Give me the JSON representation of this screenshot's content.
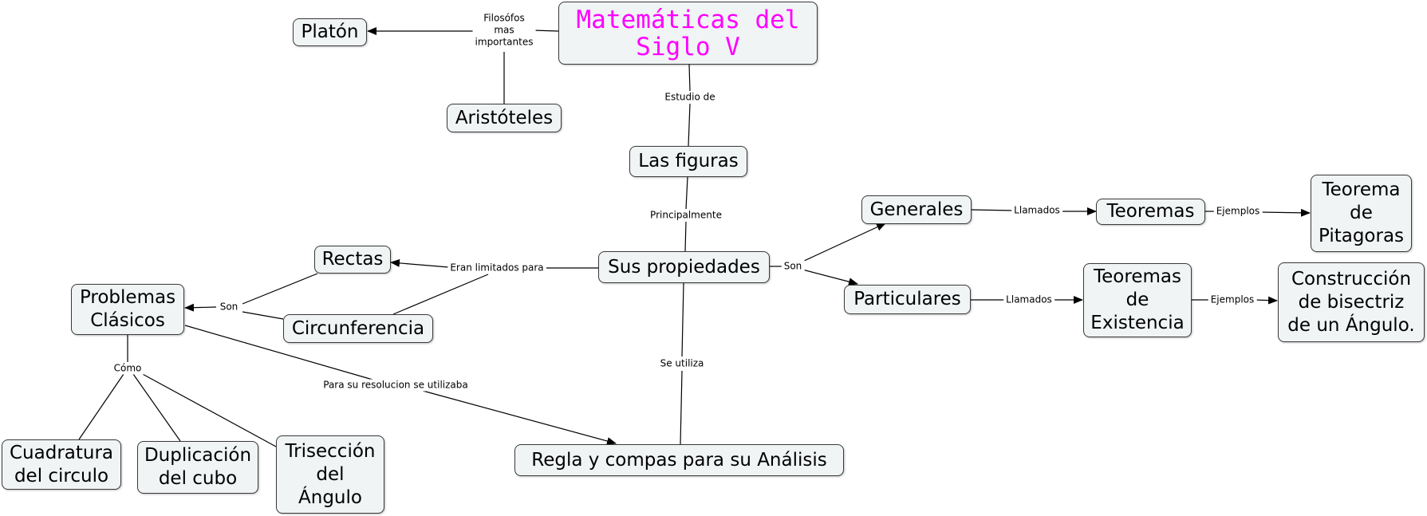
{
  "nodes": {
    "main_title": "Matemáticas del\nSiglo V",
    "platon": "Platón",
    "aristoteles": "Aristóteles",
    "las_figuras": "Las figuras",
    "sus_propiedades": "Sus propiedades",
    "rectas": "Rectas",
    "problemas_clasicos": "Problemas\nClásicos",
    "circunferencia": "Circunferencia",
    "generales": "Generales",
    "particulares": "Particulares",
    "teoremas": "Teoremas",
    "teorema_pitagoras": "Teorema\nde\nPitagoras",
    "teoremas_existencia": "Teoremas\nde\nExistencia",
    "construccion_bisectriz": "Construcción\nde bisectriz\nde un Ángulo.",
    "regla_compas": "Regla y compas  para su Análisis",
    "cuadratura": "Cuadratura\ndel circulo",
    "duplicacion": "Duplicación\ndel cubo",
    "triseccion": "Trisección\ndel\nÁngulo"
  },
  "links": {
    "filosofos": "Filosófos\nmas\nimportantes",
    "estudio_de": "Estudio de",
    "principalmente": "Principalmente",
    "son_propiedades": "Son",
    "llamados_generales": "Llamados",
    "ejemplos_teoremas": "Ejemplos",
    "llamados_particulares": "Llamados",
    "ejemplos_existencia": "Ejemplos",
    "eran_limitados": "Eran limitados para",
    "son_problemas": "Son",
    "se_utiliza": "Se utiliza",
    "para_resolucion": "Para su resolucion se utilizaba",
    "como": "Cómo"
  },
  "colors": {
    "node_fill": "#f0f4f5",
    "node_border": "#3a3a3a",
    "title_text": "#ff00ff",
    "line": "#000000"
  }
}
